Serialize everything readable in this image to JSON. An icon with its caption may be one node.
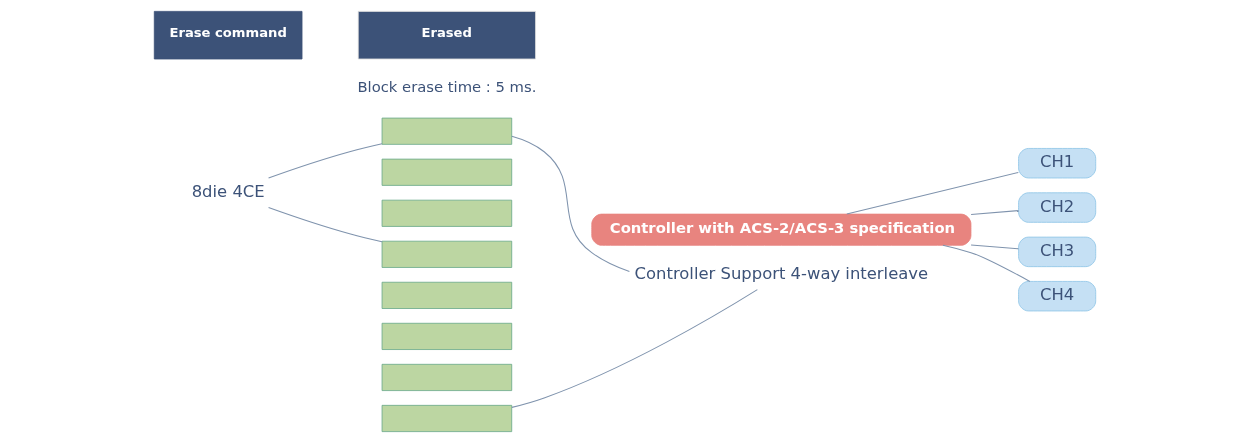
{
  "diagram": {
    "nodes": [
      {
        "text": [
          "8die 4CE"
        ]
      },
      {
        "text": [],
        "shape": "box"
      },
      {
        "text": [],
        "shape": "box"
      },
      {
        "text": [],
        "shape": "box"
      },
      {
        "text": [],
        "shape": "box"
      },
      {
        "text": [],
        "shape": "box"
      },
      {
        "text": [],
        "shape": "box"
      },
      {
        "text": [],
        "shape": "box"
      },
      {
        "text": [],
        "shape": "box"
      },
      {
        "text": [
          "Controller with ACS-2/ACS-3 specification"
        ]
      },
      {
        "text": [
          "CH1"
        ]
      },
      {
        "text": [
          "CH2"
        ]
      },
      {
        "text": [
          "CH3"
        ]
      },
      {
        "text": [
          "CH4"
        ]
      },
      {
        "text": [
          "Controller Support 4-way interleave"
        ]
      },
      {
        "text": [
          "Erase command"
        ]
      },
      {
        "text": [
          "Erased"
        ]
      }
    ],
    "edges": [
      {
        "from": 0,
        "to": 1,
        "arrow": "none"
      },
      {
        "from": 0,
        "to": 4,
        "arrow": "none"
      },
      {
        "from": 1,
        "to": 14,
        "arrow": "none"
      },
      {
        "from": 8,
        "to": 14,
        "arrow": "none"
      },
      {
        "from": 9,
        "to": 10,
        "arrow": "none"
      },
      {
        "from": 9,
        "to": 11,
        "arrow": "none"
      },
      {
        "from": 9,
        "to": 12,
        "arrow": "none"
      },
      {
        "from": 9,
        "to": 13,
        "arrow": "none"
      }
    ],
    "labels": [
      "Block erase time : 5 ms."
    ]
  }
}
